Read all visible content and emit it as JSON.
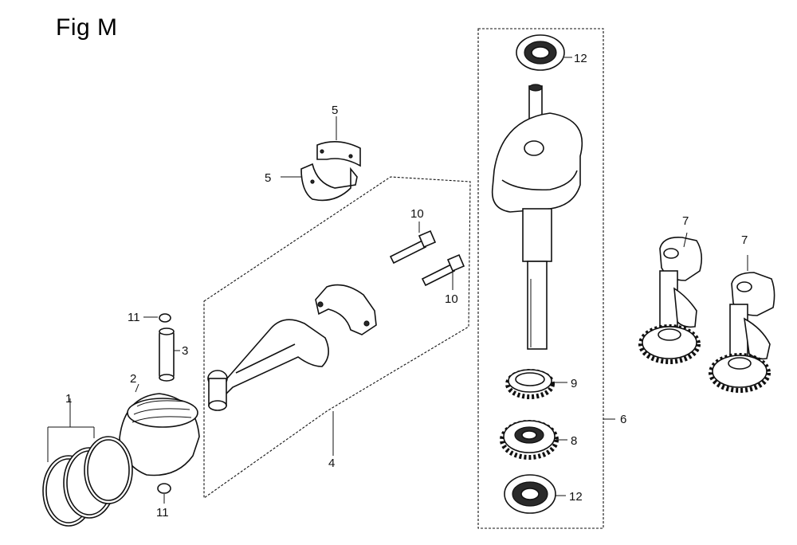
{
  "figure": {
    "title": "Fig M"
  },
  "callouts": [
    {
      "id": "ring-set",
      "label": "1"
    },
    {
      "id": "piston",
      "label": "2"
    },
    {
      "id": "piston-pin",
      "label": "3"
    },
    {
      "id": "connecting-rod-assembly",
      "label": "4"
    },
    {
      "id": "bearing-upper",
      "label": "5"
    },
    {
      "id": "bearing-lower",
      "label": "5"
    },
    {
      "id": "crankshaft-assembly",
      "label": "6"
    },
    {
      "id": "crankshaft-variant-a",
      "label": "7"
    },
    {
      "id": "crankshaft-variant-b",
      "label": "7"
    },
    {
      "id": "timing-gear",
      "label": "8"
    },
    {
      "id": "crank-gear",
      "label": "9"
    },
    {
      "id": "rod-bolt-upper",
      "label": "10"
    },
    {
      "id": "rod-bolt-lower",
      "label": "10"
    },
    {
      "id": "pin-clip-upper",
      "label": "11"
    },
    {
      "id": "pin-clip-lower",
      "label": "11"
    },
    {
      "id": "bearing-top",
      "label": "12"
    },
    {
      "id": "bearing-bottom",
      "label": "12"
    }
  ],
  "colors": {
    "ink": "#111111",
    "background": "#ffffff"
  }
}
